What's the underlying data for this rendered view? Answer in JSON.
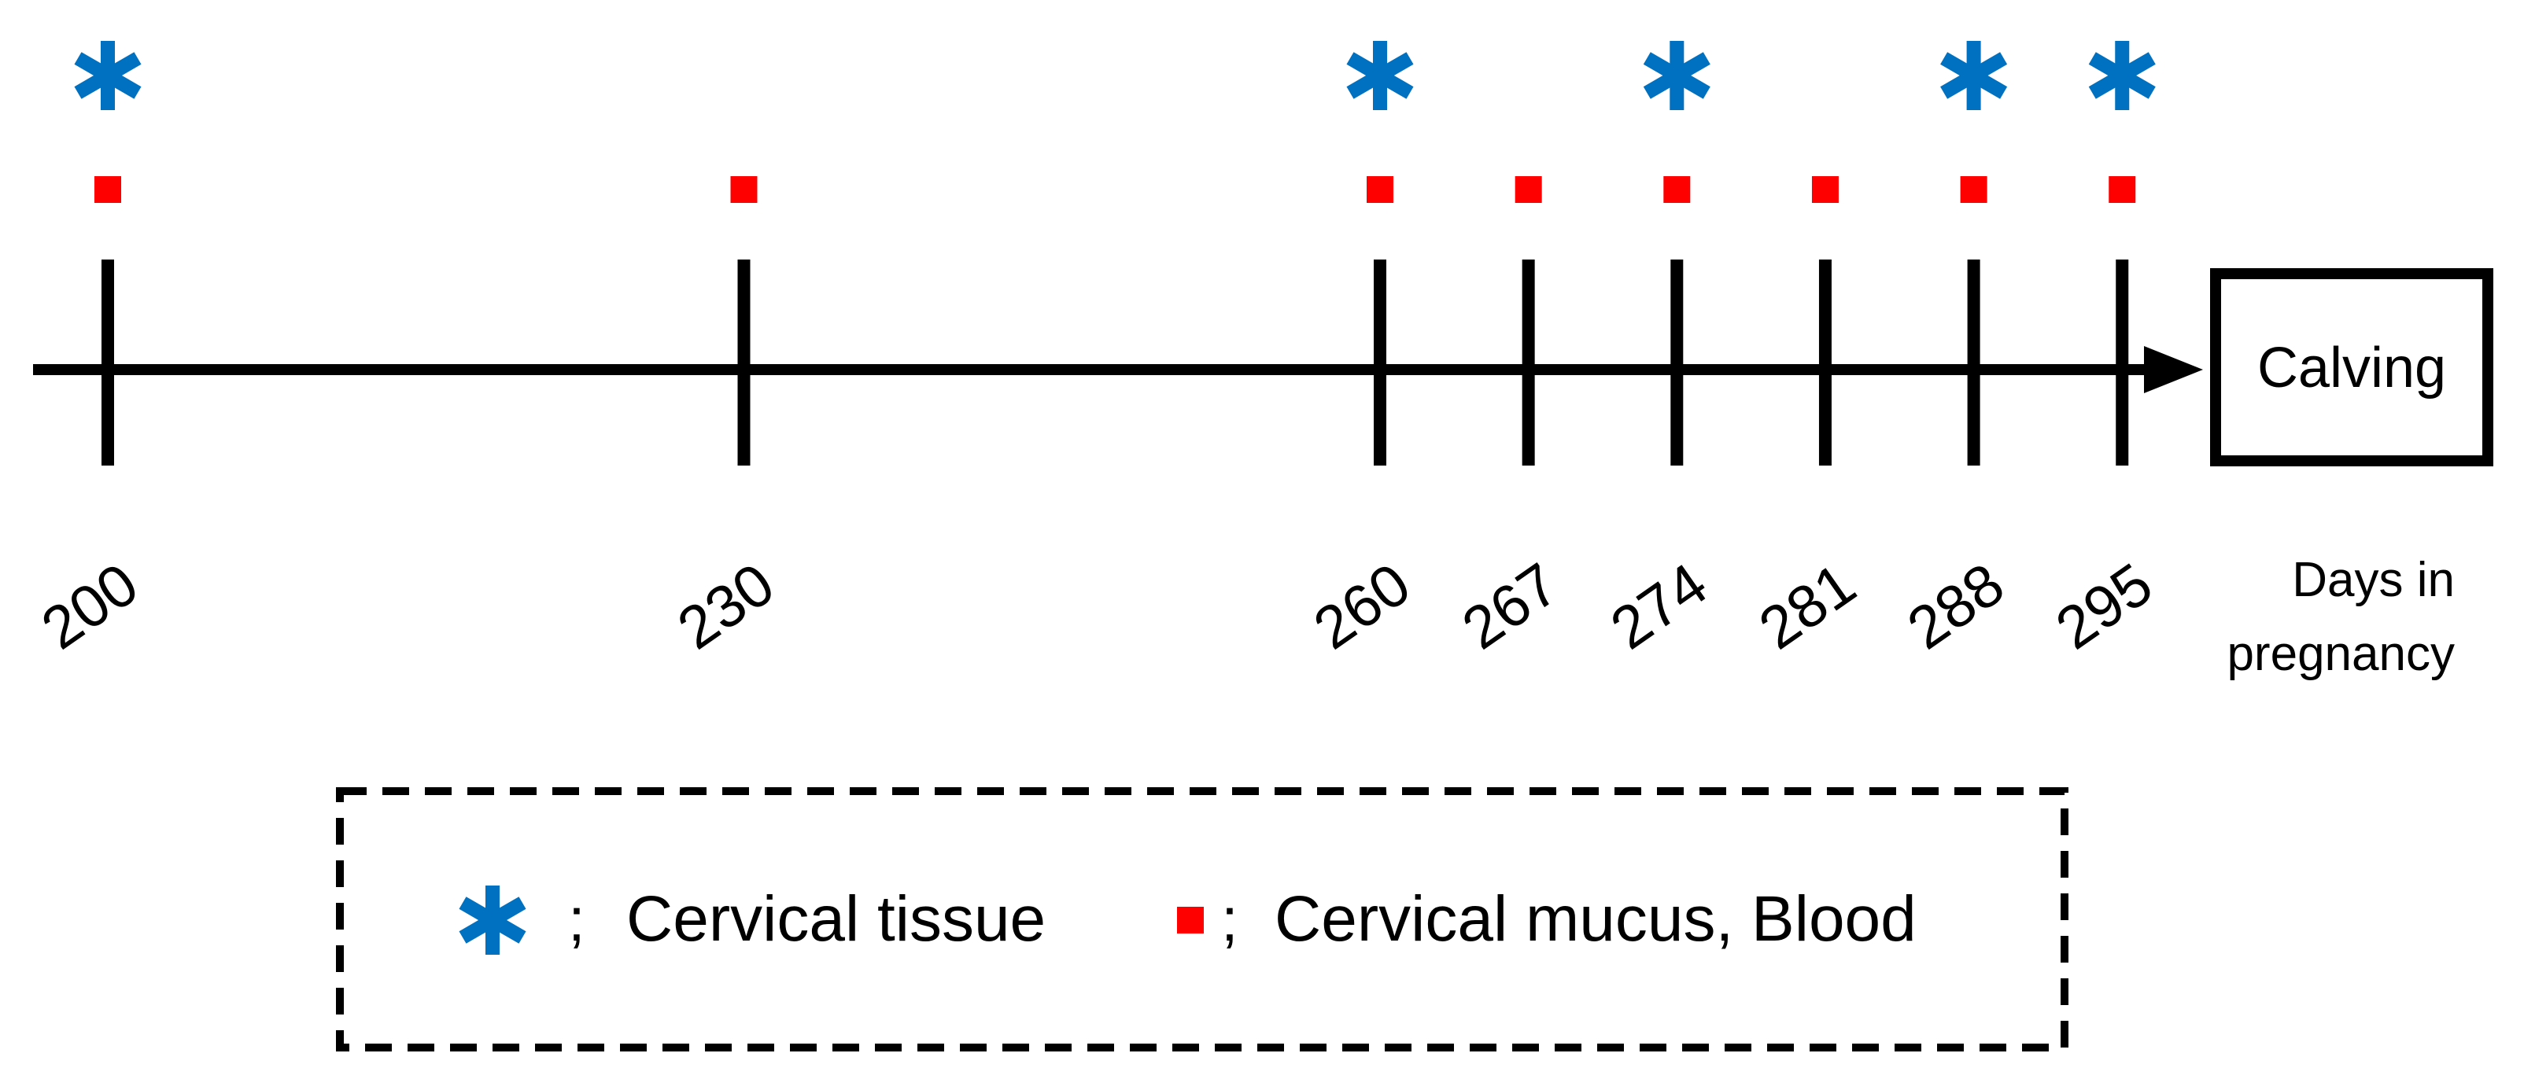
{
  "timeline": {
    "axis_label_line1": "Days in",
    "axis_label_line2": "pregnancy",
    "end_label": "Calving",
    "days": [
      {
        "day": "200",
        "cervical_tissue": true,
        "mucus_blood": true
      },
      {
        "day": "230",
        "cervical_tissue": false,
        "mucus_blood": true
      },
      {
        "day": "260",
        "cervical_tissue": true,
        "mucus_blood": true
      },
      {
        "day": "267",
        "cervical_tissue": false,
        "mucus_blood": true
      },
      {
        "day": "274",
        "cervical_tissue": true,
        "mucus_blood": true
      },
      {
        "day": "281",
        "cervical_tissue": false,
        "mucus_blood": true
      },
      {
        "day": "288",
        "cervical_tissue": true,
        "mucus_blood": true
      },
      {
        "day": "295",
        "cervical_tissue": true,
        "mucus_blood": true
      }
    ]
  },
  "legend": {
    "tissue_separator": ";",
    "tissue_label": "Cervical tissue",
    "mucus_separator": ";",
    "mucus_label": "Cervical mucus, Blood"
  },
  "colors": {
    "asterisk": "#0070C0",
    "square": "#FF0000",
    "line": "#000000"
  },
  "icons": {
    "tissue_marker": "asterisk-icon",
    "mucus_marker": "square-icon"
  }
}
